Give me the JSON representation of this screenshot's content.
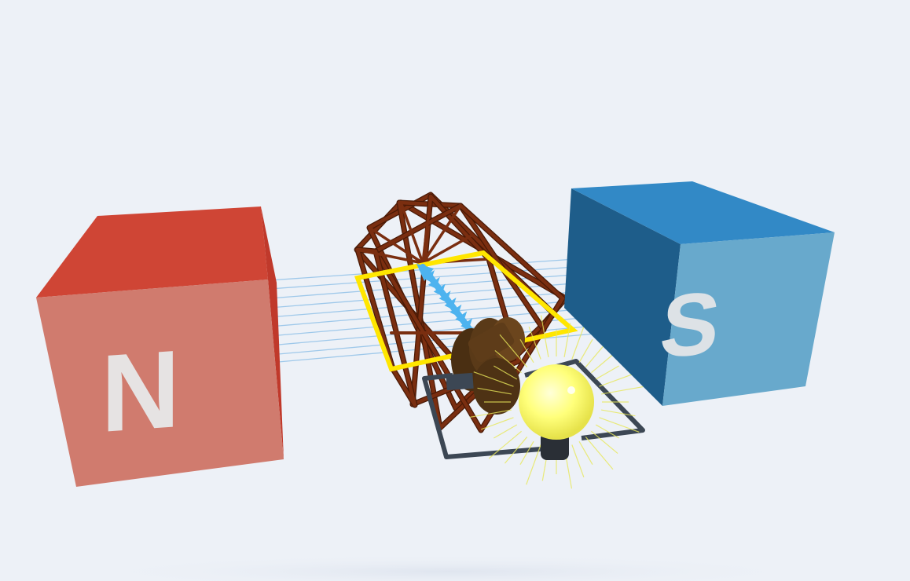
{
  "scene": {
    "background_color": "#edf1f7",
    "north_magnet": {
      "label": "N",
      "front_color": "#d07b6e",
      "top_color": "#cf4535",
      "side_color": "#c0392b",
      "letter_color": "#e6e3e3"
    },
    "south_magnet": {
      "label": "S",
      "front_color": "#68a9cc",
      "top_color": "#3289c6",
      "side_color": "#1e5d8a",
      "letter_color": "#dde2e6"
    },
    "field_line_color": "#9ec8ea",
    "armature_color": "#7a2e10",
    "active_loop_color": "#ffe600",
    "normal_vector_color": "#4db3ef",
    "brush_color": "#5a3a18",
    "circuit_wire_color": "#3c4754",
    "bulb": {
      "glass_color": "#ffff7a",
      "state": "lit",
      "ray_color": "#e8e85a",
      "socket_color": "#2a2f36"
    }
  }
}
